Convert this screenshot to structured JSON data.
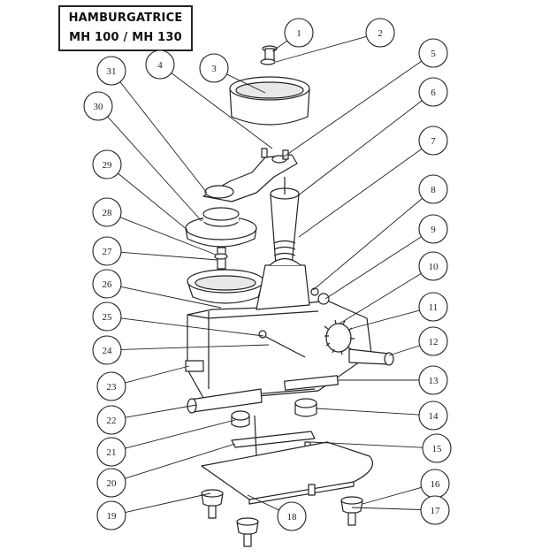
{
  "title": {
    "line1": "HAMBURGATRICE",
    "line2": "MH 100 / MH 130"
  },
  "callouts": [
    "1",
    "2",
    "3",
    "4",
    "5",
    "6",
    "7",
    "8",
    "9",
    "10",
    "11",
    "12",
    "13",
    "14",
    "15",
    "16",
    "17",
    "18",
    "19",
    "20",
    "21",
    "22",
    "23",
    "24",
    "25",
    "26",
    "27",
    "28",
    "29",
    "30",
    "31"
  ],
  "colors": {
    "line": "#222222",
    "fill": "#ffffff",
    "shade": "#d9d9d9"
  }
}
